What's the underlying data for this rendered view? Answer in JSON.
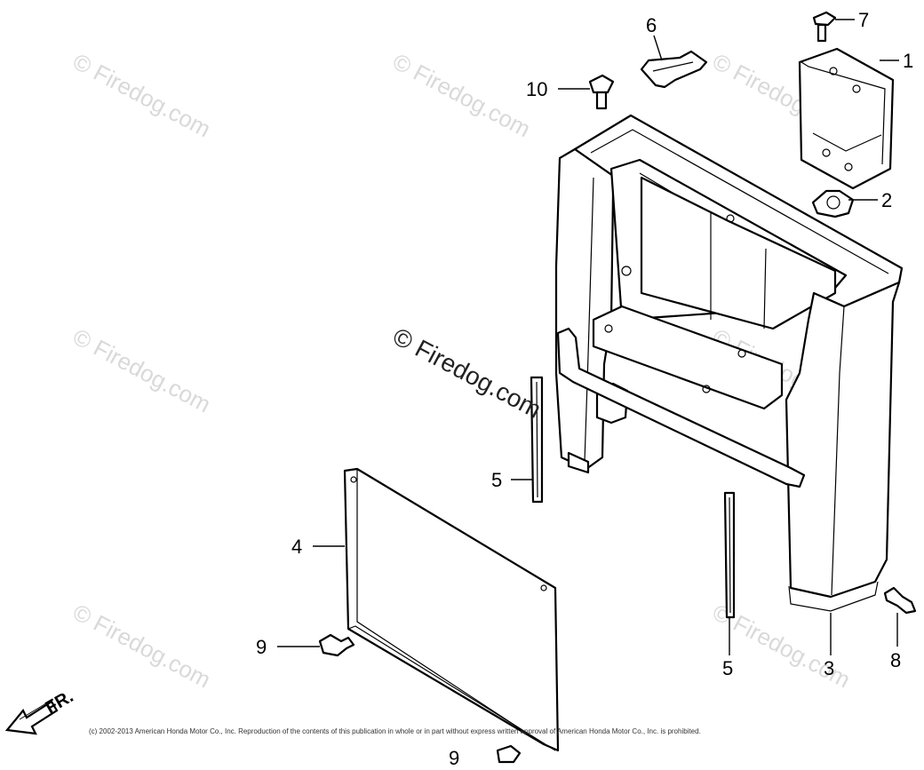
{
  "watermark": {
    "text": "© Firedog.com",
    "color": "#d9d9d9"
  },
  "watermark_main": "© Firedog.com",
  "callouts": {
    "c1": "1",
    "c2": "2",
    "c3": "3",
    "c4": "4",
    "c5a": "5",
    "c5b": "5",
    "c6": "6",
    "c7": "7",
    "c8": "8",
    "c9a": "9",
    "c9b": "9",
    "c10": "10"
  },
  "direction_label": "FR.",
  "copyright": "(c) 2002-2013 American Honda Motor Co., Inc. Reproduction of the contents of this publication in whole or in part without express written approval of American Honda Motor Co., Inc. is prohibited."
}
